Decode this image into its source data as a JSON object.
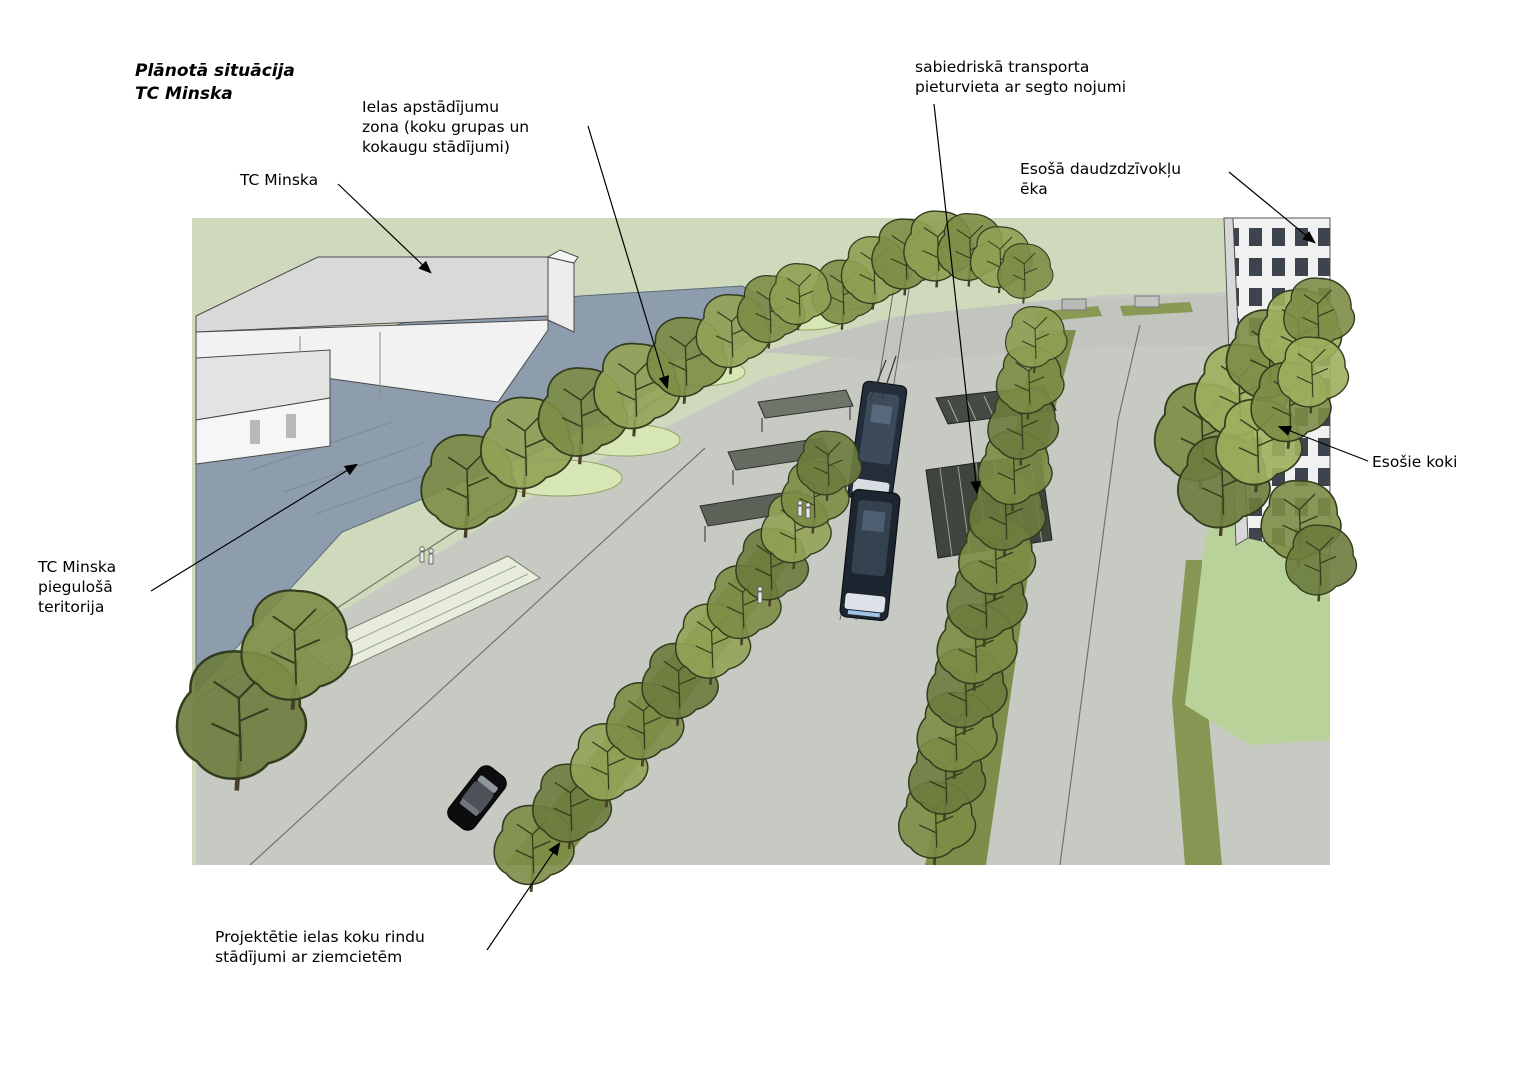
{
  "title": "Plānotā situācija\nTC Minska",
  "annotations": {
    "ielas_apstadijumu_zona": "Ielas apstādījumu\nzona (koku grupas un\nkokaugu stādījumi)",
    "tc_minska": "TC Minska",
    "sabiedriska_transporta": "sabiedriskā transporta\npieturvieta ar segto nojumi",
    "esosa_daudzdzivoklu_eka": "Esošā daudzdzīvokļu\nēka",
    "esosie_koki": "Esošie koki",
    "tc_minska_piegulosa_teritorija": "TC Minska\npiegulošā\nteritorija",
    "projektetie_ielas_koku": "Projektētie ielas koku rindu\nstādījumi ar ziemcietēm"
  },
  "colors": {
    "page_background": "#ffffff",
    "render_background": "#cfdabc",
    "road": "#c7c9c3",
    "adjacent_territory_blue": "#8d9dad",
    "tree_olive": "#7c8d46",
    "lawn_bright": "#b9d29a",
    "building_gray": "#e6e6e6",
    "dark_fixture": "#454a42",
    "annotation_text": "#000000"
  }
}
